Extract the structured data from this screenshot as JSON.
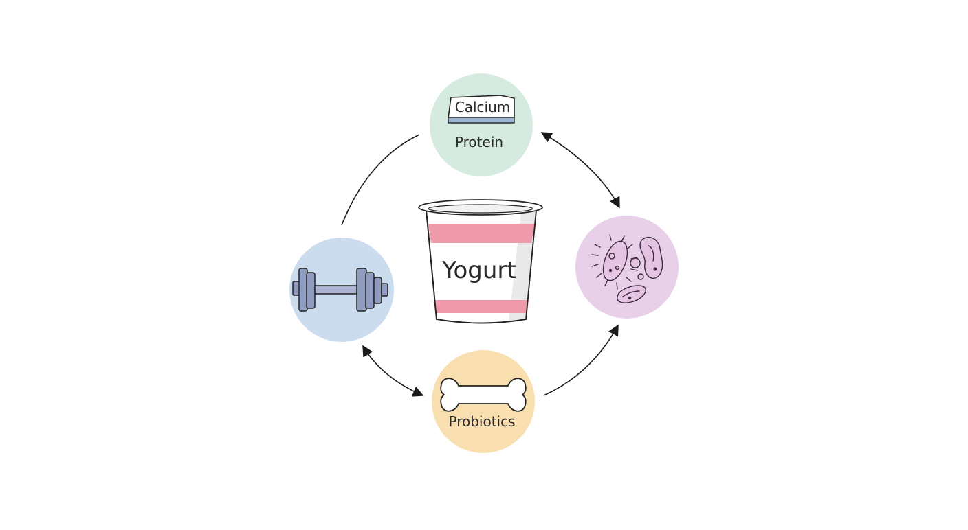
{
  "center": {
    "label": "Yogurt",
    "icon": "yogurt-cup-icon",
    "band_color": "#ee9aab"
  },
  "nodes": {
    "top": {
      "tag_text": "Calcium",
      "caption": "Protein",
      "color": "#d6ebdf",
      "icon": "calcium-block-icon"
    },
    "left": {
      "color": "#cbdcee",
      "icon": "dumbbell-icon"
    },
    "right": {
      "color": "#e8d0e8",
      "icon": "bacteria-icon"
    },
    "bottom": {
      "caption": "Probiotics",
      "color": "#f9deaf",
      "icon": "bone-icon"
    }
  }
}
